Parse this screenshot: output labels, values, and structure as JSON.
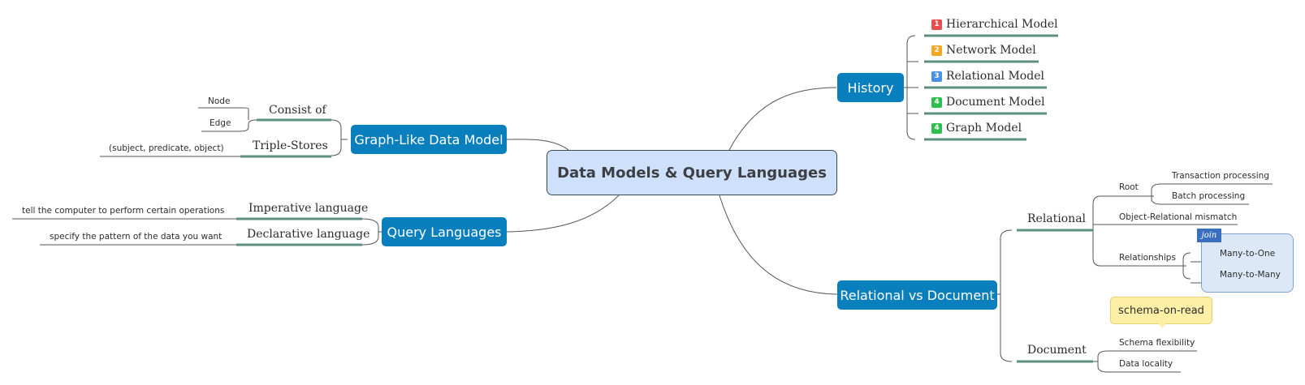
{
  "central": {
    "title": "Data Models & Query Languages"
  },
  "history": {
    "title": "History",
    "items": [
      {
        "marker": "1",
        "marker_color": "#e84c4c",
        "label": "Hierarchical Model"
      },
      {
        "marker": "2",
        "marker_color": "#f5a623",
        "label": "Network Model"
      },
      {
        "marker": "3",
        "marker_color": "#4a8fe8",
        "label": "Relational Model"
      },
      {
        "marker": "4",
        "marker_color": "#2dbf4e",
        "label": "Document Model"
      },
      {
        "marker": "4",
        "marker_color": "#2dbf4e",
        "label": "Graph Model"
      }
    ]
  },
  "graph_model": {
    "title": "Graph-Like Data Model",
    "consist_of": {
      "label": "Consist of",
      "children": [
        "Node",
        "Edge"
      ]
    },
    "triple_stores": {
      "label": "Triple-Stores",
      "children": [
        "(subject, predicate, object)"
      ]
    }
  },
  "query_languages": {
    "title": "Query Languages",
    "imperative": {
      "label": "Imperative language",
      "detail": "tell the computer to perform certain operations"
    },
    "declarative": {
      "label": "Declarative language",
      "detail": "specify the pattern of the data you want"
    }
  },
  "relational_vs_document": {
    "title": "Relational vs Document",
    "relational": {
      "label": "Relational",
      "root": {
        "label": "Root",
        "children": [
          "Transaction processing",
          "Batch processing"
        ]
      },
      "mismatch": "Object-Relational mismatch",
      "relationships": {
        "label": "Relationships",
        "boundary_tag": "join",
        "children": [
          "Many-to-One",
          "Many-to-Many"
        ]
      }
    },
    "document": {
      "label": "Document",
      "callout": "schema-on-read",
      "children": [
        "Schema flexibility",
        "Data locality"
      ]
    }
  },
  "colors": {
    "topic_fill": "#0a7fbd",
    "central_fill": "#cfe0fb",
    "branch_line": "#555555",
    "underline": "#5e8f82"
  }
}
